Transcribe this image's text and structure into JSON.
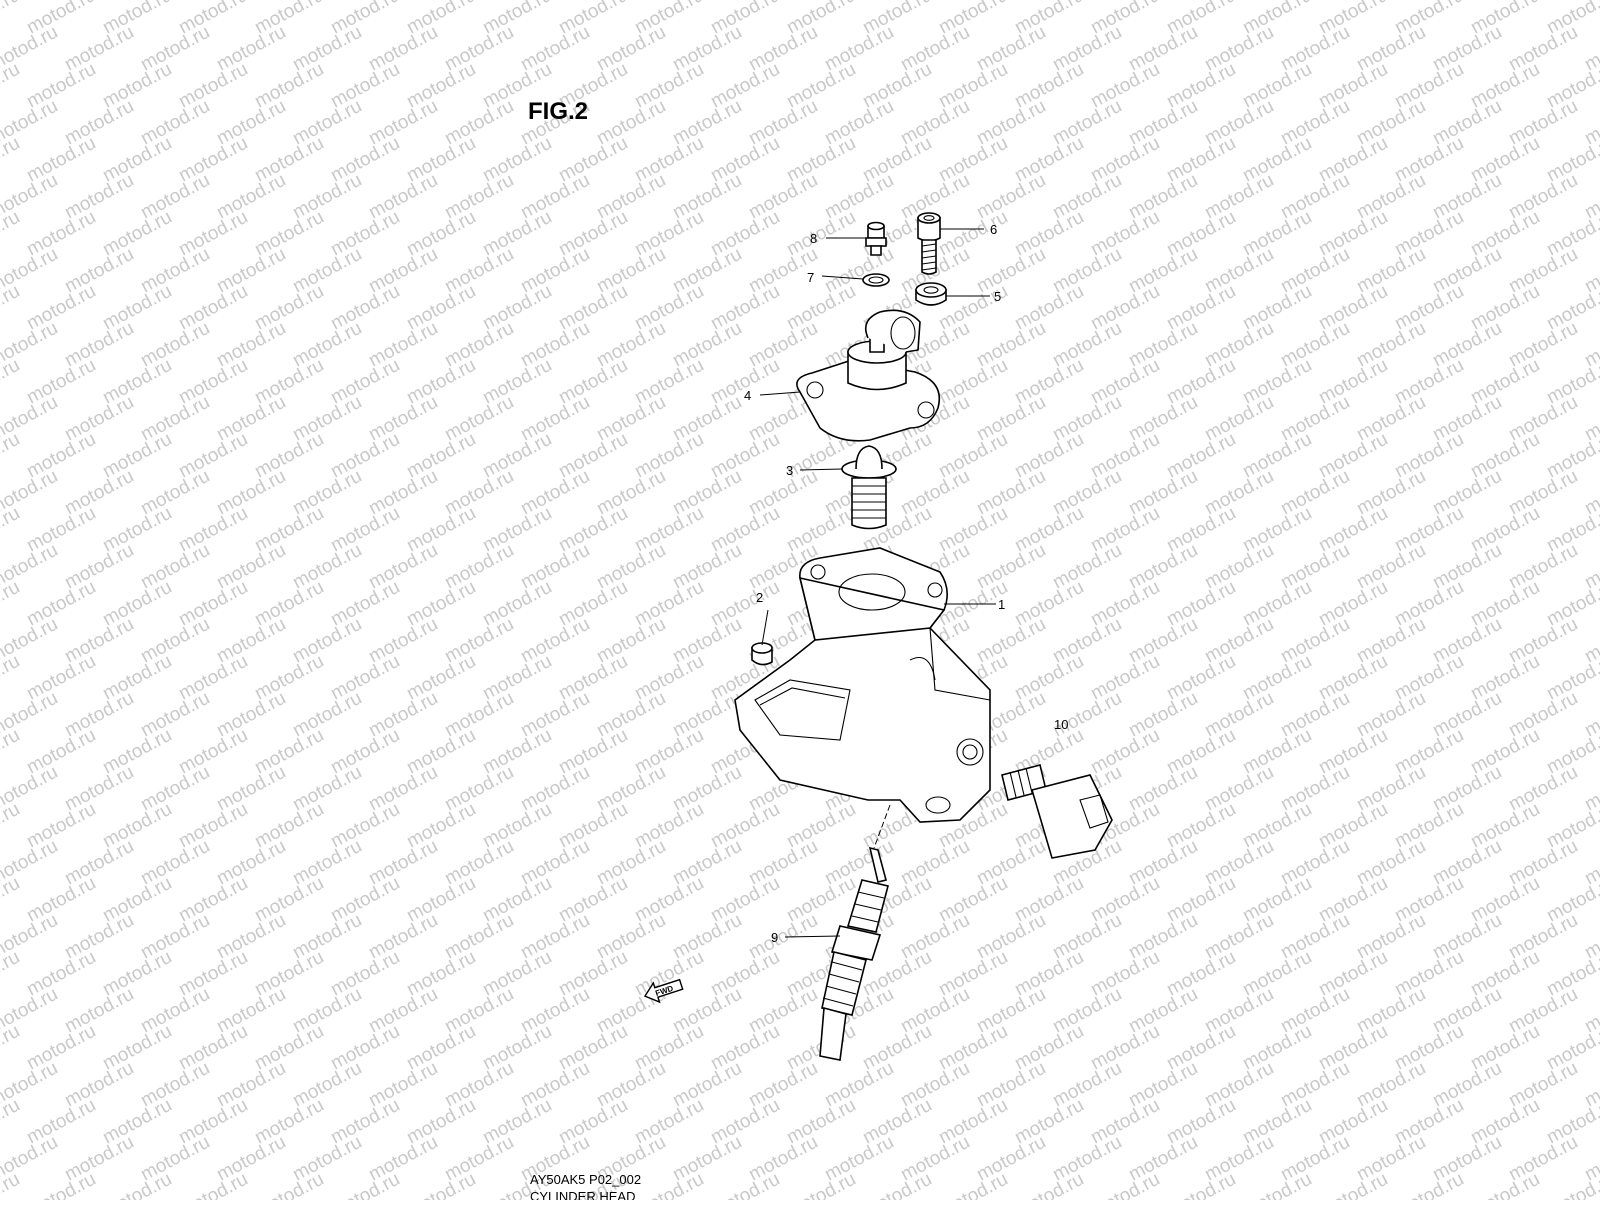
{
  "figure": {
    "title": "FIG.2",
    "code": "AY50AK5 P02_002",
    "name": "CYLINDER HEAD"
  },
  "watermark": "motod.ru",
  "direction_arrow": "FWD",
  "callouts": [
    "1",
    "2",
    "3",
    "4",
    "5",
    "6",
    "7",
    "8",
    "9",
    "10"
  ],
  "colors": {
    "line": "#000000",
    "watermark": "#c9c9c9",
    "background": "#ffffff"
  }
}
